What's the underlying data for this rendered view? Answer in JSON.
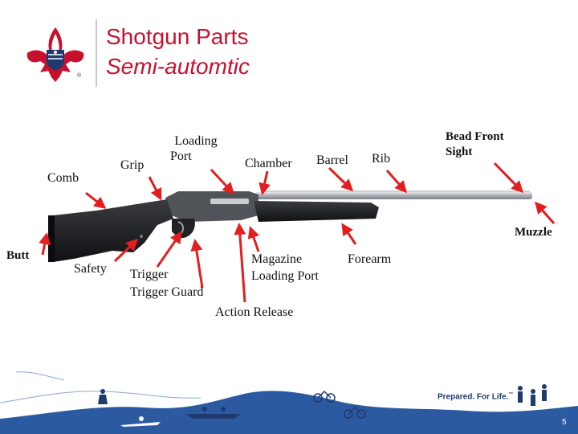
{
  "header": {
    "title": "Shotgun Parts",
    "subtitle": "Semi-automtic"
  },
  "labels": {
    "grip": "Grip",
    "loading_port_1": "Loading",
    "loading_port_2": "Port",
    "chamber": "Chamber",
    "barrel": "Barrel",
    "rib": "Rib",
    "bead_front_sight_1": "Bead Front",
    "bead_front_sight_2": "Sight",
    "comb": "Comb",
    "muzzle": "Muzzle",
    "butt": "Butt",
    "safety": "Safety",
    "trigger": "Trigger",
    "trigger_guard": "Trigger Guard",
    "magazine_1": "Magazine",
    "magazine_2": "Loading Port",
    "forearm": "Forearm",
    "action_release": "Action Release"
  },
  "footer": {
    "tagline": "Prepared. For Life.",
    "tagline_mark": "™",
    "page_number": "5"
  },
  "colors": {
    "title": "#c8102e",
    "arrow": "#e41e1e",
    "gun_body": "#1c1c1e",
    "barrel": "#b5b8bd",
    "footer_wave": "#2c5aa0",
    "tagline": "#1f3a6e"
  },
  "icons": [
    "fleur-de-lis-logo",
    "arrow-icon",
    "outdoor-activities-footer"
  ]
}
